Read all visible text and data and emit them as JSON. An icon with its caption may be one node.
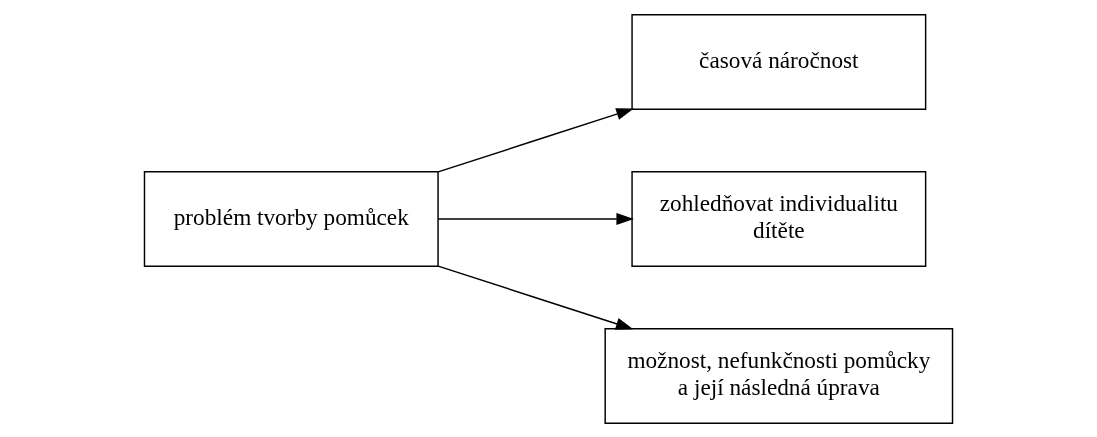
{
  "diagram": {
    "nodes": [
      {
        "text": [
          "problém tvorby pomůcek"
        ]
      },
      {
        "text": [
          "časová náročnost"
        ]
      },
      {
        "text": [
          "zohledňovat individualitu dítěte"
        ]
      },
      {
        "text": [
          "možnost, nefunkčnosti pomůcky a její následná úprava"
        ]
      }
    ],
    "edges": [
      {
        "from": 0,
        "to": 1,
        "arrow": "to"
      },
      {
        "from": 0,
        "to": 2,
        "arrow": "to"
      },
      {
        "from": 0,
        "to": 3,
        "arrow": "to"
      }
    ]
  }
}
